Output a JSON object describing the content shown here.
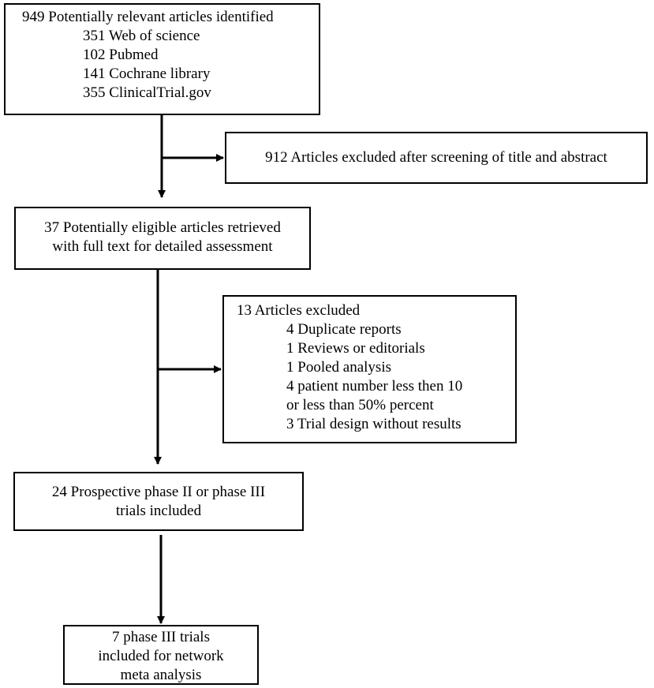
{
  "identified": {
    "title": "949 Potentially relevant articles identified",
    "sources": [
      "351 Web of science",
      "102 Pubmed",
      "141 Cochrane library",
      "355 ClinicalTrial.gov"
    ]
  },
  "excluded_screening": {
    "text": "912 Articles excluded after screening of title and abstract"
  },
  "eligible": {
    "lines": [
      "37 Potentially eligible articles retrieved",
      "with full text for detailed assessment"
    ]
  },
  "excluded_full": {
    "title": "13 Articles excluded",
    "reasons": [
      "4 Duplicate reports",
      "1 Reviews  or editorials",
      "1 Pooled analysis",
      "4 patient number less then 10",
      "or less than 50% percent",
      "3 Trial design without results"
    ]
  },
  "prospective": {
    "lines": [
      "24 Prospective phase II or phase III",
      "trials included"
    ]
  },
  "phase3": {
    "lines": [
      "7 phase III trials",
      "included for network",
      "meta analysis"
    ]
  }
}
